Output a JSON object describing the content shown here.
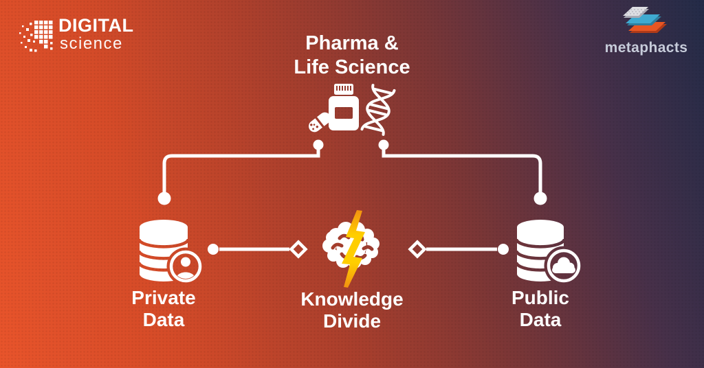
{
  "branding": {
    "digital_science": {
      "word1": "DIGITAL",
      "word2": "science"
    },
    "metaphacts": {
      "wordmark": "metaphacts"
    }
  },
  "diagram": {
    "root_label": "Pharma &\nLife Science",
    "nodes": [
      {
        "id": "private-data",
        "label": "Private\nData",
        "icon": "database-user-icon"
      },
      {
        "id": "knowledge-divide",
        "label": "Knowledge\nDivide",
        "icon": "brain-lightning-icon"
      },
      {
        "id": "public-data",
        "label": "Public\nData",
        "icon": "database-cloud-icon"
      }
    ],
    "edges": [
      {
        "from": "pharma-life-science",
        "to": "private-data",
        "style": "elbow-dot-to-dot"
      },
      {
        "from": "pharma-life-science",
        "to": "public-data",
        "style": "elbow-dot-to-dot"
      },
      {
        "from": "private-data",
        "to": "knowledge-divide",
        "style": "dot-to-diamond"
      },
      {
        "from": "public-data",
        "to": "knowledge-divide",
        "style": "dot-to-diamond"
      }
    ]
  },
  "colors": {
    "gradient_start": "#E8542B",
    "gradient_end": "#232B48",
    "line_white": "#FFFFFF",
    "bolt_yellow": "#FFCE00",
    "bolt_orange": "#F29111",
    "metaphacts_cyan": "#3FAAD0",
    "metaphacts_orange": "#E85623",
    "metaphacts_text": "#C7CCDA"
  }
}
